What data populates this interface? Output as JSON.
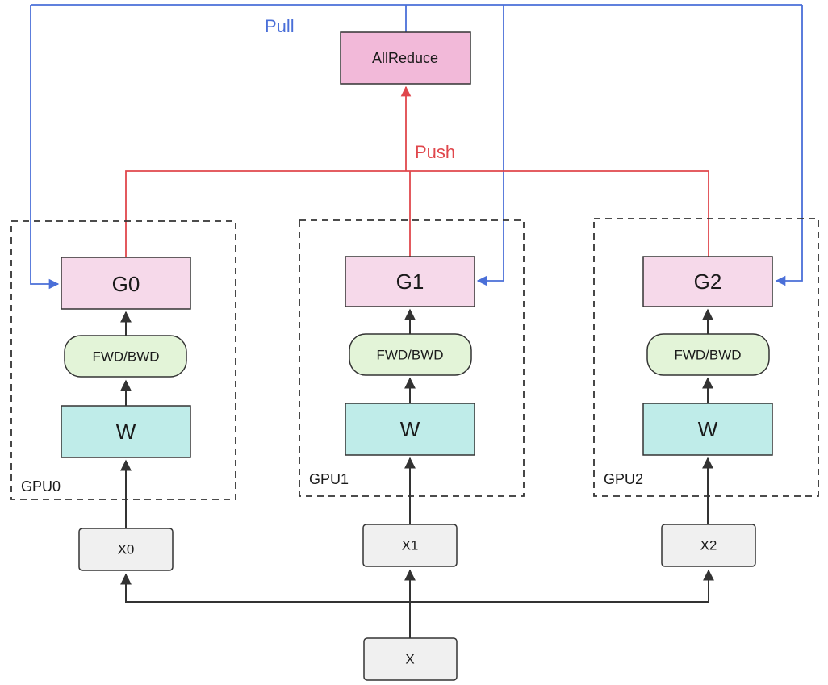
{
  "diagram": {
    "allreduce": "AllReduce",
    "push_label": "Push",
    "pull_label": "Pull",
    "input": "X",
    "gpus": [
      {
        "name": "GPU0",
        "grad": "G0",
        "op": "FWD/BWD",
        "weights": "W",
        "shard": "X0"
      },
      {
        "name": "GPU1",
        "grad": "G1",
        "op": "FWD/BWD",
        "weights": "W",
        "shard": "X1"
      },
      {
        "name": "GPU2",
        "grad": "G2",
        "op": "FWD/BWD",
        "weights": "W",
        "shard": "X2"
      }
    ]
  },
  "colors": {
    "push": "#e0474c",
    "pull": "#4a6fd8",
    "gradient_fill": "#f6d9ea",
    "allreduce_fill": "#f2b9d9",
    "op_fill": "#e3f4d8",
    "weights_fill": "#bfece9",
    "data_fill": "#f0f0f0",
    "arrow": "#333333"
  }
}
